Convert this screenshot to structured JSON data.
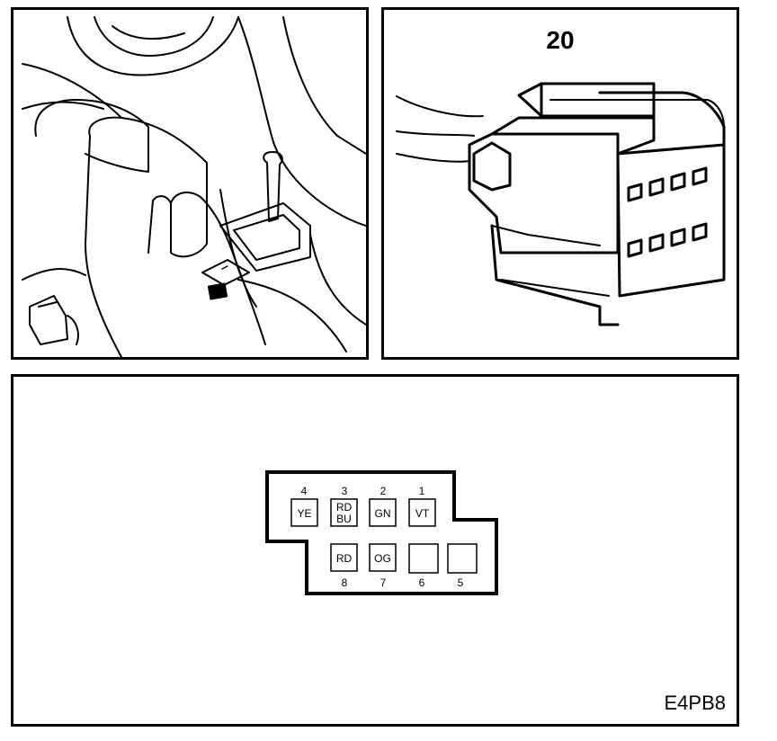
{
  "connector_view": {
    "reference_number": "20"
  },
  "pinout": {
    "top_row": [
      {
        "number": "4",
        "lines": [
          "YE"
        ]
      },
      {
        "number": "3",
        "lines": [
          "RD",
          "BU"
        ]
      },
      {
        "number": "2",
        "lines": [
          "GN"
        ]
      },
      {
        "number": "1",
        "lines": [
          "VT"
        ]
      }
    ],
    "bottom_row": [
      {
        "number": "8",
        "lines": [
          "RD"
        ]
      },
      {
        "number": "7",
        "lines": [
          "OG"
        ]
      },
      {
        "number": "6",
        "lines": []
      },
      {
        "number": "5",
        "lines": []
      }
    ]
  },
  "figure_code": "E4PB8"
}
